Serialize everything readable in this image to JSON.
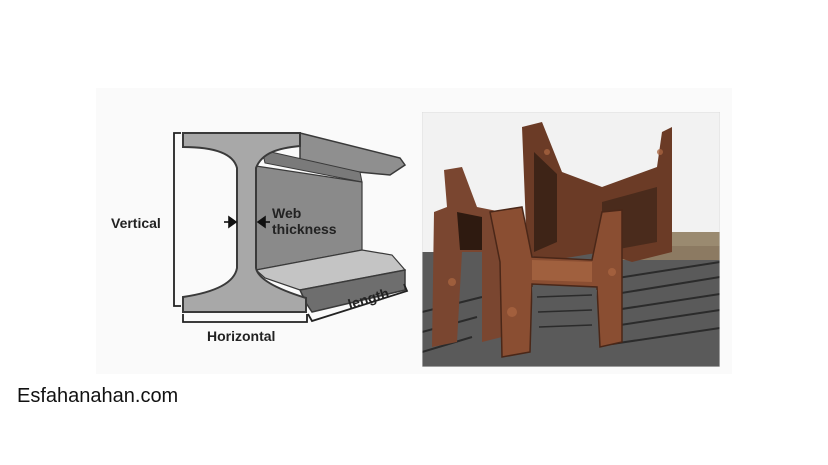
{
  "diagram": {
    "labels": {
      "vertical": "Vertical",
      "web_line1": "Web",
      "web_line2": "thickness",
      "horizontal": "Horizontal",
      "length": "length"
    },
    "colors": {
      "steel_face": "#a8a8a8",
      "steel_side": "#8a8a8a",
      "steel_dark": "#6e6e6e",
      "outline": "#3a3a3a",
      "rust": "#7a4630"
    }
  },
  "footer": {
    "credit": "Esfahanahan.com"
  }
}
